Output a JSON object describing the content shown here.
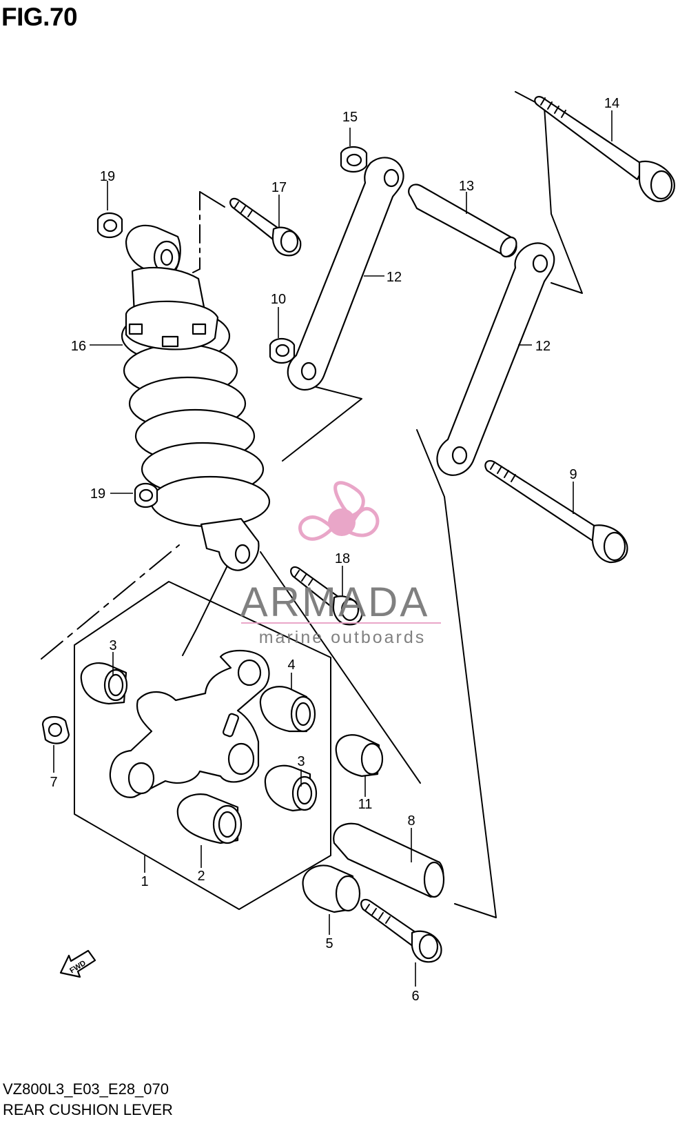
{
  "figure": {
    "title": "FIG.70",
    "code": "VZ800L3_E03_E28_070",
    "subtitle": "REAR CUSHION LEVER"
  },
  "watermark": {
    "brand": "ARMADA",
    "tagline": "marine outboards",
    "brand_color": "#7a7a7a",
    "logo_color": "#e8a2c6",
    "logo_icon": "propeller-icon"
  },
  "direction_badge": {
    "text": "FWD",
    "icon": "arrow-icon"
  },
  "callouts": [
    {
      "ref": "1",
      "part": "rear cushion lever"
    },
    {
      "ref": "2",
      "part": "bearing"
    },
    {
      "ref": "3",
      "part": "bearing"
    },
    {
      "ref": "3",
      "part": "bearing"
    },
    {
      "ref": "4",
      "part": "bearing"
    },
    {
      "ref": "5",
      "part": "spacer"
    },
    {
      "ref": "6",
      "part": "bolt"
    },
    {
      "ref": "7",
      "part": "nut"
    },
    {
      "ref": "8",
      "part": "spacer"
    },
    {
      "ref": "9",
      "part": "bolt"
    },
    {
      "ref": "10",
      "part": "nut"
    },
    {
      "ref": "11",
      "part": "spacer"
    },
    {
      "ref": "12",
      "part": "rod"
    },
    {
      "ref": "12",
      "part": "rod"
    },
    {
      "ref": "13",
      "part": "spacer"
    },
    {
      "ref": "14",
      "part": "bolt"
    },
    {
      "ref": "15",
      "part": "nut"
    },
    {
      "ref": "16",
      "part": "shock absorber"
    },
    {
      "ref": "17",
      "part": "bolt"
    },
    {
      "ref": "18",
      "part": "bolt"
    },
    {
      "ref": "19",
      "part": "nut"
    },
    {
      "ref": "19",
      "part": "nut"
    }
  ]
}
